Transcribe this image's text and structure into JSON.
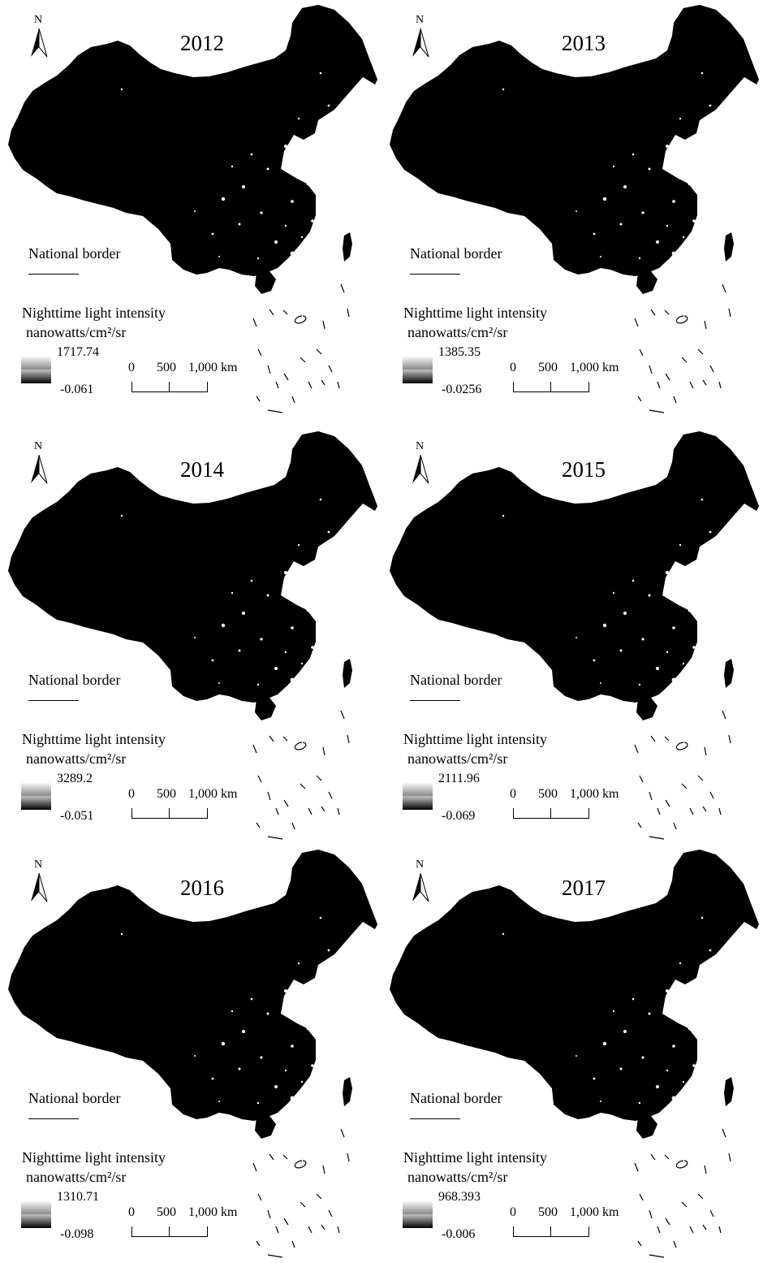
{
  "north_label": "N",
  "legend": {
    "border_label": "National border",
    "intensity_title": "Nighttime light intensity",
    "unit": "nanowatts/cm²/sr"
  },
  "scale_bar": {
    "labels": [
      "0",
      "500",
      "1,000 km"
    ]
  },
  "panels": [
    {
      "year": "2012",
      "max": "1717.74",
      "min": "-0.061"
    },
    {
      "year": "2013",
      "max": "1385.35",
      "min": "-0.0256"
    },
    {
      "year": "2014",
      "max": "3289.2",
      "min": "-0.051"
    },
    {
      "year": "2015",
      "max": "2111.96",
      "min": "-0.069"
    },
    {
      "year": "2016",
      "max": "1310.71",
      "min": "-0.098"
    },
    {
      "year": "2017",
      "max": "968.393",
      "min": "-0.006"
    }
  ]
}
